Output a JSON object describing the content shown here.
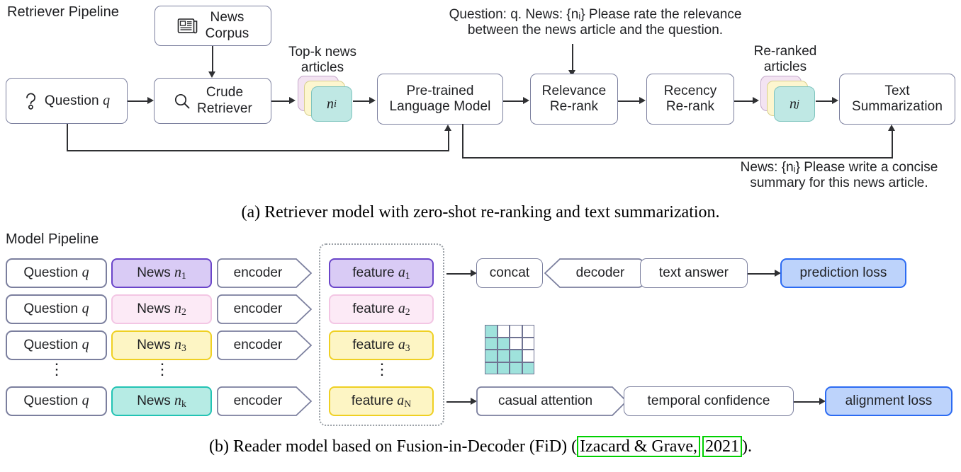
{
  "figure": {
    "panel_a": {
      "section_title": "Retriever Pipeline",
      "nodes": {
        "news_corpus": "News\nCorpus",
        "question": "Question q",
        "crude_retriever": "Crude\nRetriever",
        "topk_label": "Top-k news\narticles",
        "topk_card": "n",
        "topk_card_sub": "i",
        "plm": "Pre-trained\nLanguage Model",
        "relevance_rerank": "Relevance\nRe-rank",
        "recency_rerank": "Recency\nRe-rank",
        "reranked_label": "Re-ranked\narticles",
        "reranked_card": "n",
        "reranked_card_sub": "j",
        "text_summarization": "Text\nSummarization"
      },
      "prompts": {
        "relevance_prompt": "Question: q. News: {nᵢ} Please rate the relevance\nbetween the news article and the question.",
        "summary_prompt": "News: {nᵢ} Please write a concise\nsummary for this news article."
      },
      "icons": {
        "news_corpus": "newspaper-icon",
        "question": "question-mark-icon",
        "crude_retriever": "magnifier-icon"
      },
      "caption": "(a) Retriever model with zero-shot re-ranking and text summarization."
    },
    "panel_b": {
      "section_title": "Model Pipeline",
      "rows": [
        {
          "question": "Question q",
          "news": "News n",
          "news_sub": "1",
          "encoder": "encoder",
          "feature": "feature a",
          "feature_sub": "1",
          "fill": "#d9cbf5",
          "stroke": "#6a45c9"
        },
        {
          "question": "Question q",
          "news": "News n",
          "news_sub": "2",
          "encoder": "encoder",
          "feature": "feature a",
          "feature_sub": "2",
          "fill": "#fceaf6",
          "stroke": "#f3c6e4"
        },
        {
          "question": "Question q",
          "news": "News n",
          "news_sub": "3",
          "encoder": "encoder",
          "feature": "feature a",
          "feature_sub": "3",
          "fill": "#fdf5c4",
          "stroke": "#efd023"
        },
        {
          "question": "Question q",
          "news": "News n",
          "news_sub": "k",
          "encoder": "encoder",
          "feature": "feature a",
          "feature_sub": "N",
          "fill": "#b6ebe4",
          "stroke": "#23c3b4"
        }
      ],
      "ellipsis": "⋮",
      "nodes": {
        "concat": "concat",
        "decoder": "decoder",
        "text_answer": "text answer",
        "prediction_loss": "prediction loss",
        "casual_attention": "casual attention",
        "temporal_confidence": "temporal confidence",
        "alignment_loss": "alignment loss"
      },
      "attention_matrix": {
        "name": "causal-attention-mask",
        "rows": 4,
        "cols": 4,
        "filled_color": "#9fe2dc",
        "empty_color": "#ffffff",
        "mask": [
          [
            1,
            0,
            0,
            0
          ],
          [
            1,
            1,
            0,
            0
          ],
          [
            1,
            1,
            1,
            0
          ],
          [
            1,
            1,
            1,
            1
          ]
        ]
      },
      "caption_prefix": "(b) Reader model based on Fusion-in-Decoder (FiD) (",
      "caption_cite_author": "Izacard & Grave,",
      "caption_cite_year": "2021",
      "caption_suffix": ")."
    },
    "colors": {
      "box_stroke": "#7b7f9e",
      "line": "#2f3033",
      "loss_fill": "#bdd3fb",
      "loss_stroke": "#2c6bf2",
      "dashed_group": "#9aa0a6",
      "citation_highlight": "#00d000"
    }
  }
}
